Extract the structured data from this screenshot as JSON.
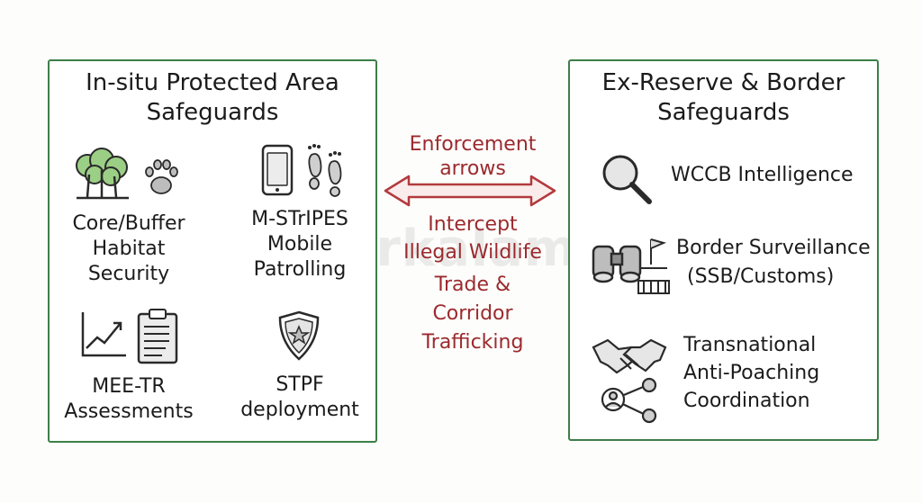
{
  "left_panel": {
    "title_line1": "In-situ Protected Area",
    "title_line2": "Safeguards",
    "items": [
      {
        "line1": "Core/Buffer",
        "line2": "Habitat",
        "line3": "Security",
        "icon": "forest-pawprint-icon"
      },
      {
        "line1": "M-STrIPES",
        "line2": "Mobile",
        "line3": "Patrolling",
        "icon": "phone-footprints-icon"
      },
      {
        "line1": "MEE-TR",
        "line2": "Assessments",
        "icon": "chart-clipboard-icon"
      },
      {
        "line1": "STPF",
        "line2": "deployment",
        "icon": "police-badge-icon"
      }
    ]
  },
  "center": {
    "heading_line1": "Enforcement",
    "heading_line2": "arrows",
    "body_lines": [
      "Intercept",
      "Illegal Wildlife",
      "Trade &",
      "Corridor",
      "Trafficking"
    ],
    "arrow_color": "#b23a3e"
  },
  "right_panel": {
    "title_line1": "Ex-Reserve & Border",
    "title_line2": "Safeguards",
    "items": [
      {
        "line1": "WCCB Intelligence",
        "icon": "magnifier-icon"
      },
      {
        "line1": "Border Surveillance",
        "line2": "(SSB/Customs)",
        "icon": "binoculars-checkpoint-icon"
      },
      {
        "line1": "Transnational",
        "line2": "Anti-Poaching",
        "line3": "Coordination",
        "icon": "handshake-network-icon"
      }
    ]
  },
  "watermark": "superkalam",
  "colors": {
    "panel_border": "#3c7f48",
    "accent_red": "#9b2a2e",
    "tree_green": "#9ccf86"
  }
}
